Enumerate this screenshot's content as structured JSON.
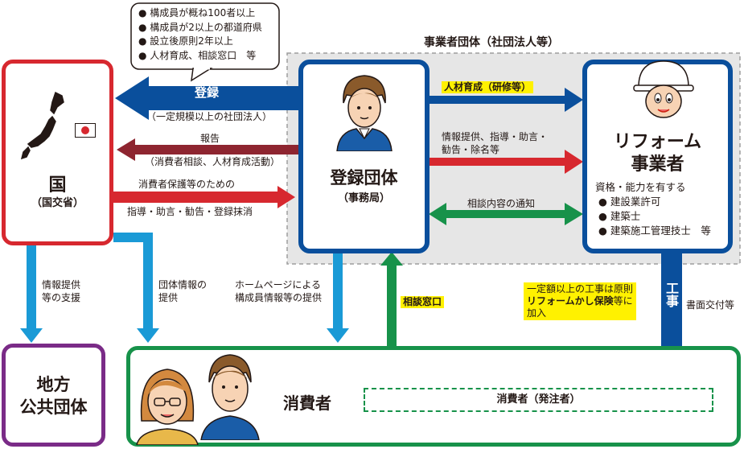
{
  "requirements": {
    "items": [
      "構成員が概ね100者以上",
      "構成員が2以上の都道府県",
      "設立後原則2年以上",
      "人材育成、相談窓口　等"
    ]
  },
  "group_area": {
    "title": "事業者団体（社団法人等）"
  },
  "nodes": {
    "government": {
      "title": "国",
      "subtitle": "（国交省）"
    },
    "registered_body": {
      "title": "登録団体",
      "subtitle": "（事務局）"
    },
    "reform_business": {
      "title_line1": "リフォーム",
      "title_line2": "事業者",
      "quals_heading": "資格・能力を有する",
      "quals": [
        "● 建設業許可",
        "● 建築士",
        "● 建築施工管理技士　等"
      ]
    },
    "local_gov": {
      "title_line1": "地方",
      "title_line2": "公共団体"
    },
    "consumer": {
      "title": "消費者",
      "orderer": "消費者（発注者）"
    }
  },
  "arrows": {
    "registration": {
      "label": "登録",
      "note": "（一定規模以上の社団法人）"
    },
    "report": {
      "label": "報告",
      "note": "（消費者相談、人材育成活動）"
    },
    "guidance": {
      "line1": "消費者保護等のための",
      "line2": "指導・助言・勧告・登録抹消"
    },
    "training": {
      "label": "人材育成（研修等）"
    },
    "info_guidance": {
      "line1": "情報提供、指導・助言・",
      "line2": "勧告・除名等"
    },
    "notification": {
      "label": "相談内容の通知"
    },
    "info_support": {
      "line1": "情報提供",
      "line2": "等の支援"
    },
    "group_info": {
      "line1": "団体情報の",
      "line2": "提供"
    },
    "homepage": {
      "line1": "ホームページによる",
      "line2": "構成員情報等の提供"
    },
    "consult": {
      "label": "相談窓口"
    },
    "construction": {
      "label": "工事",
      "side": "書面交付等"
    },
    "insurance": {
      "line1": "一定額以上の工事は原則",
      "line2_bold": "リフォームかし保険",
      "line2_rest": "等に",
      "line3": "加入"
    }
  },
  "colors": {
    "red": "#d7282f",
    "blue": "#0a4f9c",
    "light_blue": "#1a9ad6",
    "green": "#17924a",
    "maroon": "#8e2530",
    "purple": "#7a2b87",
    "gray_bg": "#e6e6e6",
    "highlight": "#fff100"
  }
}
